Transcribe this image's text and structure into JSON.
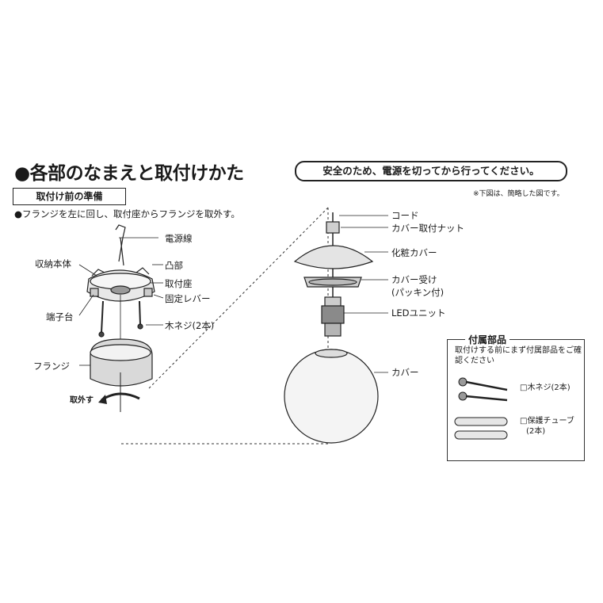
{
  "header": {
    "title": "●各部のなまえと取付けかた",
    "safety_notice": "安全のため、電源を切ってから行ってください。",
    "note": "※下図は、簡略した図です。"
  },
  "preparation": {
    "heading": "取付け前の準備",
    "instruction": "●フランジを左に回し、取付座からフランジを取外す。"
  },
  "left_labels": {
    "power_wire": "電源線",
    "storage_body": "収納本体",
    "protrusion": "凸部",
    "mount_seat": "取付座",
    "fixing_lever": "固定レバー",
    "terminal_block": "端子台",
    "wood_screw": "木ネジ(2本)",
    "flange": "フランジ",
    "remove": "取外す"
  },
  "right_labels": {
    "cord": "コード",
    "cover_nut": "カバー取付ナット",
    "decor_cover": "化粧カバー",
    "cover_receiver": "カバー受け",
    "packing": "(パッキン付)",
    "led_unit": "LEDユニット",
    "cover": "カバー"
  },
  "accessories": {
    "title": "付属部品",
    "description": "取付けする前にまず付属部品をご確認ください",
    "wood_screw": "□木ネジ(2本)",
    "tube": "□保護チューブ",
    "tube_count": "(2本)"
  }
}
